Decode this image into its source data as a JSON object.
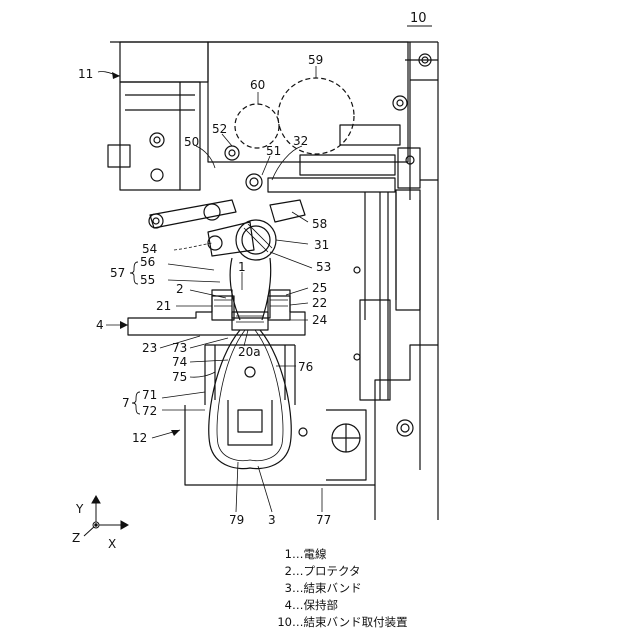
{
  "figure_number": "10",
  "refs": {
    "r11": "11",
    "r10": "10",
    "r59": "59",
    "r60": "60",
    "r52": "52",
    "r50": "50",
    "r32": "32",
    "r51": "51",
    "r58": "58",
    "r54": "54",
    "r31": "31",
    "r53": "53",
    "r56": "56",
    "r57": "57",
    "r55": "55",
    "r1": "1",
    "r2": "2",
    "r25": "25",
    "r21": "21",
    "r22": "22",
    "r4": "4",
    "r24": "24",
    "r23": "23",
    "r73": "73",
    "r20a": "20a",
    "r74": "74",
    "r76": "76",
    "r75": "75",
    "r71": "71",
    "r7": "7",
    "r72": "72",
    "r12": "12",
    "r79": "79",
    "r3": "3",
    "r77": "77"
  },
  "axes": {
    "y": "Y",
    "z": "Z",
    "x": "X"
  },
  "legend": [
    {
      "ref": "1",
      "label": "…電線"
    },
    {
      "ref": "2",
      "label": "…プロテクタ"
    },
    {
      "ref": "3",
      "label": "…結束バンド"
    },
    {
      "ref": "4",
      "label": "…保持部"
    },
    {
      "ref": "10",
      "label": "…結束バンド取付装置"
    }
  ]
}
